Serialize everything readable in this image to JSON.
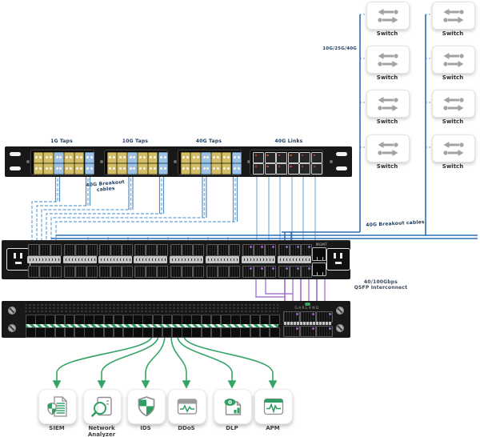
{
  "switch_cluster": {
    "switch_label": "Switch",
    "count": 8,
    "uplink_speed_label": "10G/25G/40G"
  },
  "tap_panel": {
    "section_labels": [
      "1G Taps",
      "10G Taps",
      "40G Taps",
      "40G Links"
    ],
    "breakout_left": {
      "line1": "40G Breakout",
      "line2": "cables"
    }
  },
  "links": {
    "switch_breakout_label": "40G Breakout cables",
    "interconnect": {
      "line1": "40/100Gbps",
      "line2": "QSFP Interconnect"
    }
  },
  "packet_broker": {
    "mgmt_label": "MGMT"
  },
  "aggregator": {
    "brand": "GARLAND"
  },
  "tools": [
    {
      "label": "SIEM"
    },
    {
      "label": "Network Analyzer"
    },
    {
      "label": "IDS"
    },
    {
      "label": "DDoS"
    },
    {
      "label": "DLP"
    },
    {
      "label": "APM"
    }
  ],
  "colors": {
    "cable_blue": "#2a6db8",
    "cable_blue_light": "#7fb0de",
    "cable_purple": "#8a55c2",
    "cable_green": "#34a567",
    "label_navy": "#1c3a5e",
    "accent_green": "#2f9e63"
  }
}
